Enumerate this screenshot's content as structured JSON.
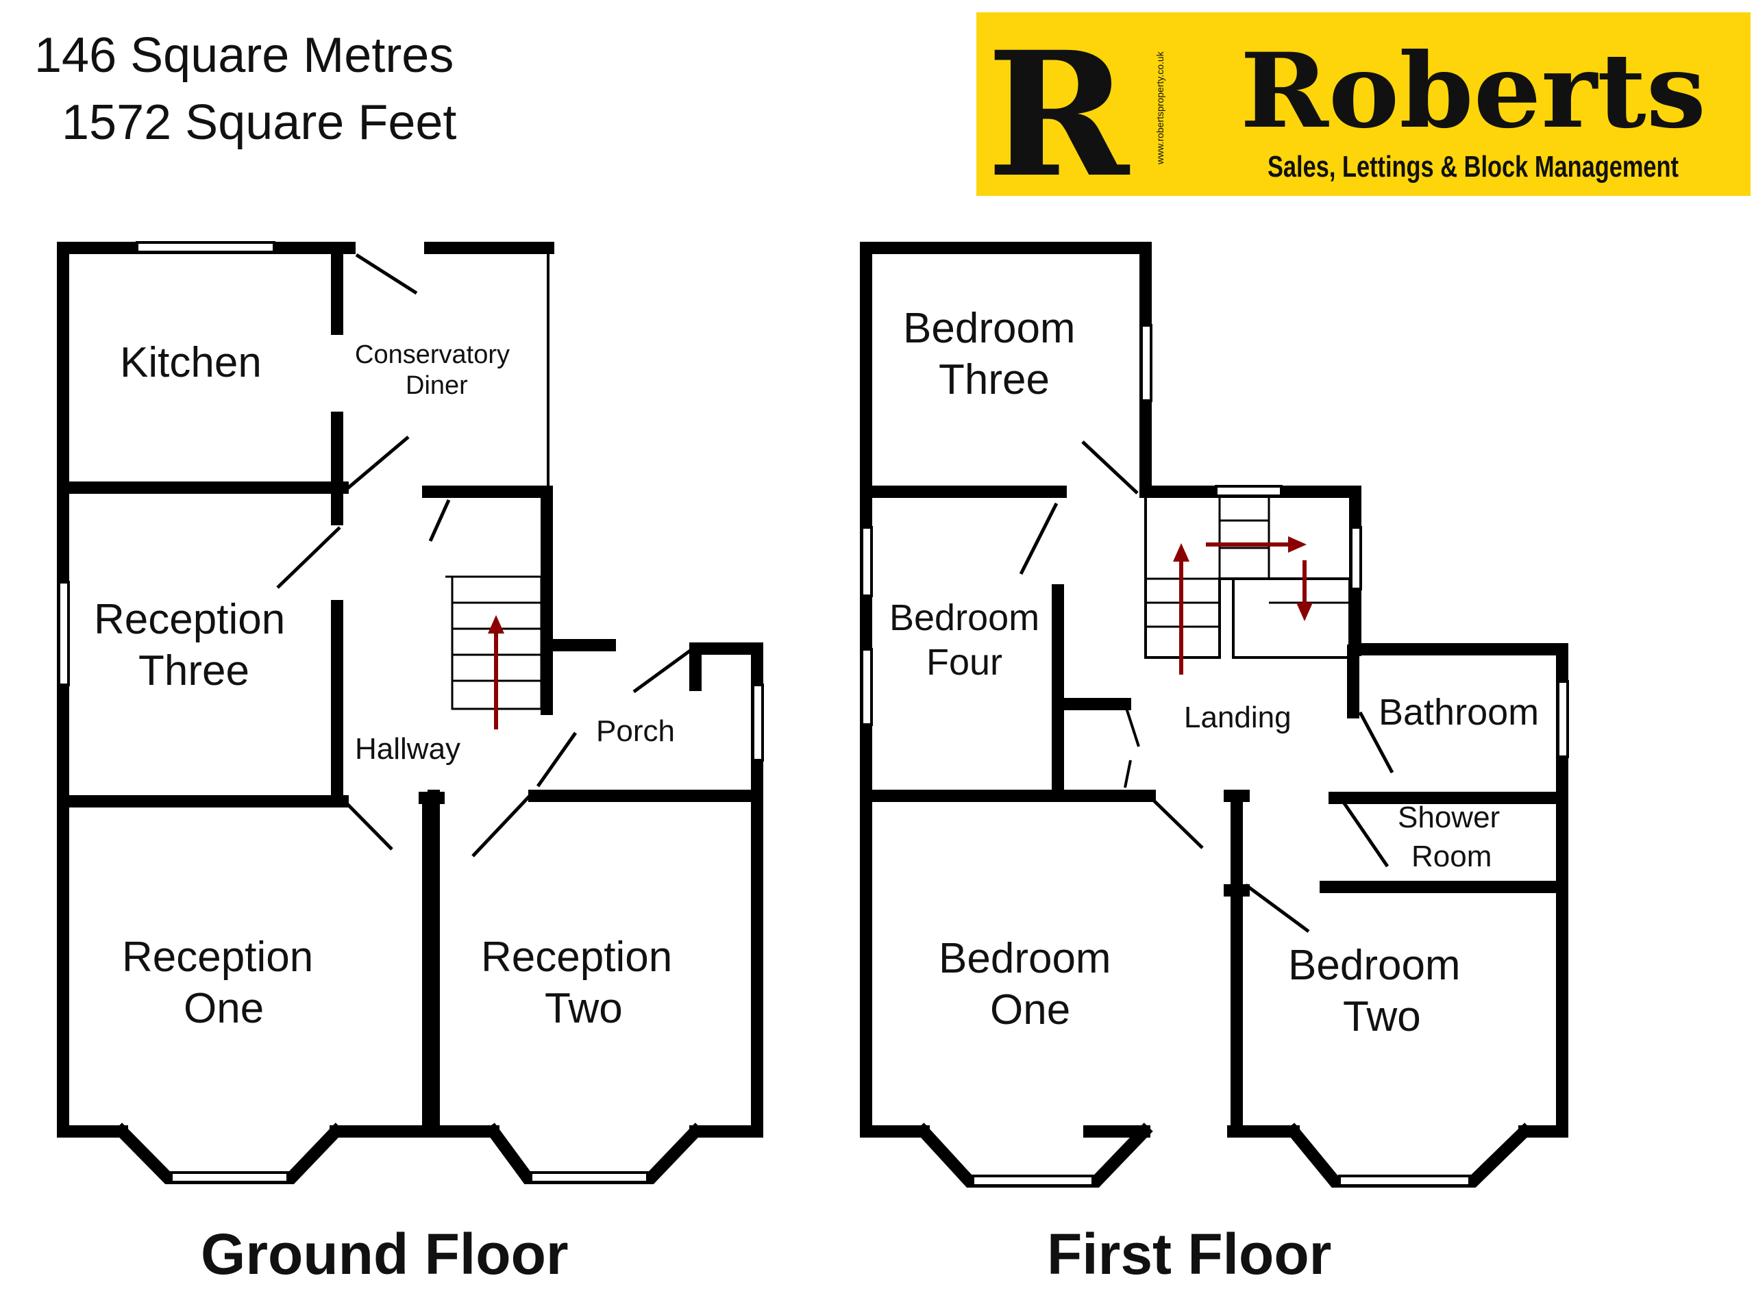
{
  "header": {
    "area_metric": "146 Square Metres",
    "area_imperial": "1572 Square Feet"
  },
  "logo": {
    "letter": "R",
    "name": "Roberts",
    "tagline": "Sales, Lettings & Block Management",
    "url": "www.robertsproperty.co.uk",
    "bg_color": "#fdd50a",
    "text_color": "#111111"
  },
  "ground_floor": {
    "title": "Ground Floor",
    "rooms": {
      "kitchen": "Kitchen",
      "conservatory_1": "Conservatory",
      "conservatory_2": "Diner",
      "reception_three_1": "Reception",
      "reception_three_2": "Three",
      "hallway": "Hallway",
      "porch": "Porch",
      "reception_one_1": "Reception",
      "reception_one_2": "One",
      "reception_two_1": "Reception",
      "reception_two_2": "Two"
    }
  },
  "first_floor": {
    "title": "First Floor",
    "rooms": {
      "bedroom_three_1": "Bedroom",
      "bedroom_three_2": "Three",
      "bedroom_four_1": "Bedroom",
      "bedroom_four_2": "Four",
      "landing": "Landing",
      "bathroom": "Bathroom",
      "shower_1": "Shower",
      "shower_2": "Room",
      "bedroom_one_1": "Bedroom",
      "bedroom_one_2": "One",
      "bedroom_two_1": "Bedroom",
      "bedroom_two_2": "Two"
    }
  },
  "colors": {
    "wall": "#000000",
    "stair_arrow": "#8b0000"
  }
}
